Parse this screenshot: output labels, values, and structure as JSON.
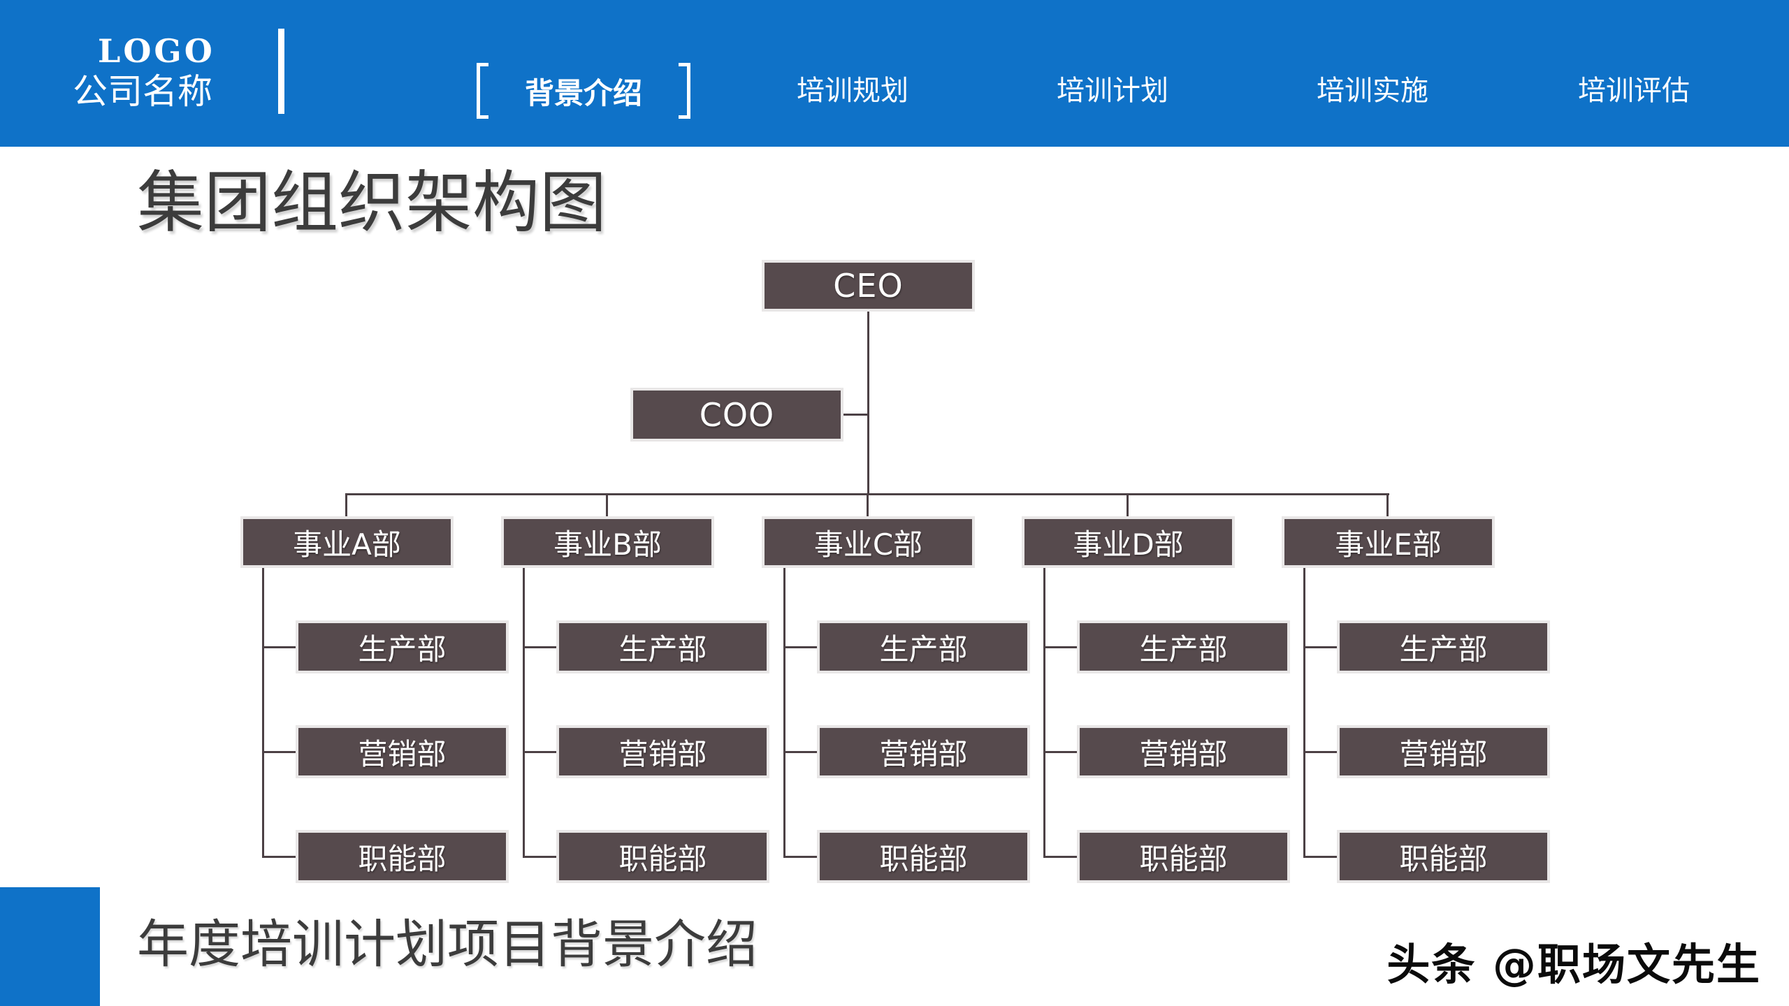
{
  "header": {
    "logo": "LOGO",
    "company": "公司名称",
    "nav": [
      {
        "label": "背景介绍",
        "active": true
      },
      {
        "label": "培训规划",
        "active": false
      },
      {
        "label": "培训计划",
        "active": false
      },
      {
        "label": "培训实施",
        "active": false
      },
      {
        "label": "培训评估",
        "active": false
      }
    ]
  },
  "main": {
    "title": "集团组织架构图"
  },
  "org_chart": {
    "root_label": "CEO",
    "assistant_label": "COO",
    "divisions": [
      {
        "name": "事业A部",
        "departments": [
          "生产部",
          "营销部",
          "职能部"
        ]
      },
      {
        "name": "事业B部",
        "departments": [
          "生产部",
          "营销部",
          "职能部"
        ]
      },
      {
        "name": "事业C部",
        "departments": [
          "生产部",
          "营销部",
          "职能部"
        ]
      },
      {
        "name": "事业D部",
        "departments": [
          "生产部",
          "营销部",
          "职能部"
        ]
      },
      {
        "name": "事业E部",
        "departments": [
          "生产部",
          "营销部",
          "职能部"
        ]
      }
    ]
  },
  "footer": {
    "caption": "年度培训计划项目背景介绍",
    "watermark": "头条 @职场文先生"
  },
  "colors": {
    "header_blue": "#0F72C8",
    "node_fill": "#564A4D",
    "node_border": "#E9E7E7",
    "connector": "#4C4145",
    "heading_text": "#3C3C3C"
  }
}
